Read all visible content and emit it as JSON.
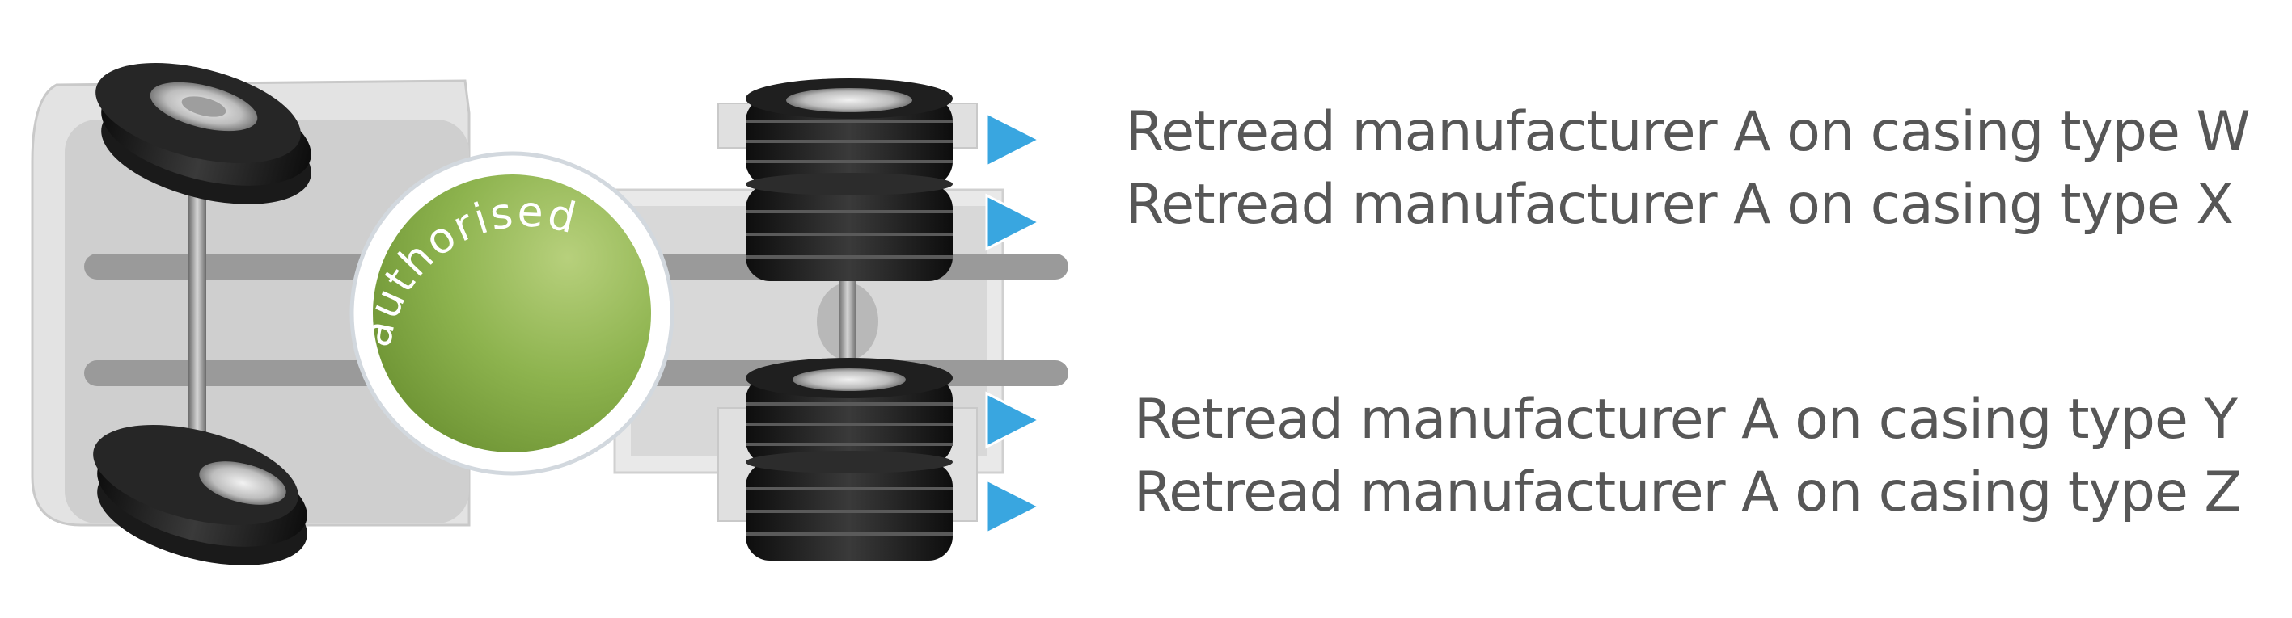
{
  "badge": {
    "text": "authorised",
    "color": "#8db34e"
  },
  "colors": {
    "arrow": "#39a6e0",
    "label_text": "#575757",
    "tire": "#1f1f1f",
    "axle": "#a0a0a0"
  },
  "labels": [
    "Retread manufacturer A on casing type W",
    "Retread manufacturer A on casing type X",
    "Retread manufacturer A on casing type Y",
    "Retread manufacturer A on casing type Z"
  ]
}
